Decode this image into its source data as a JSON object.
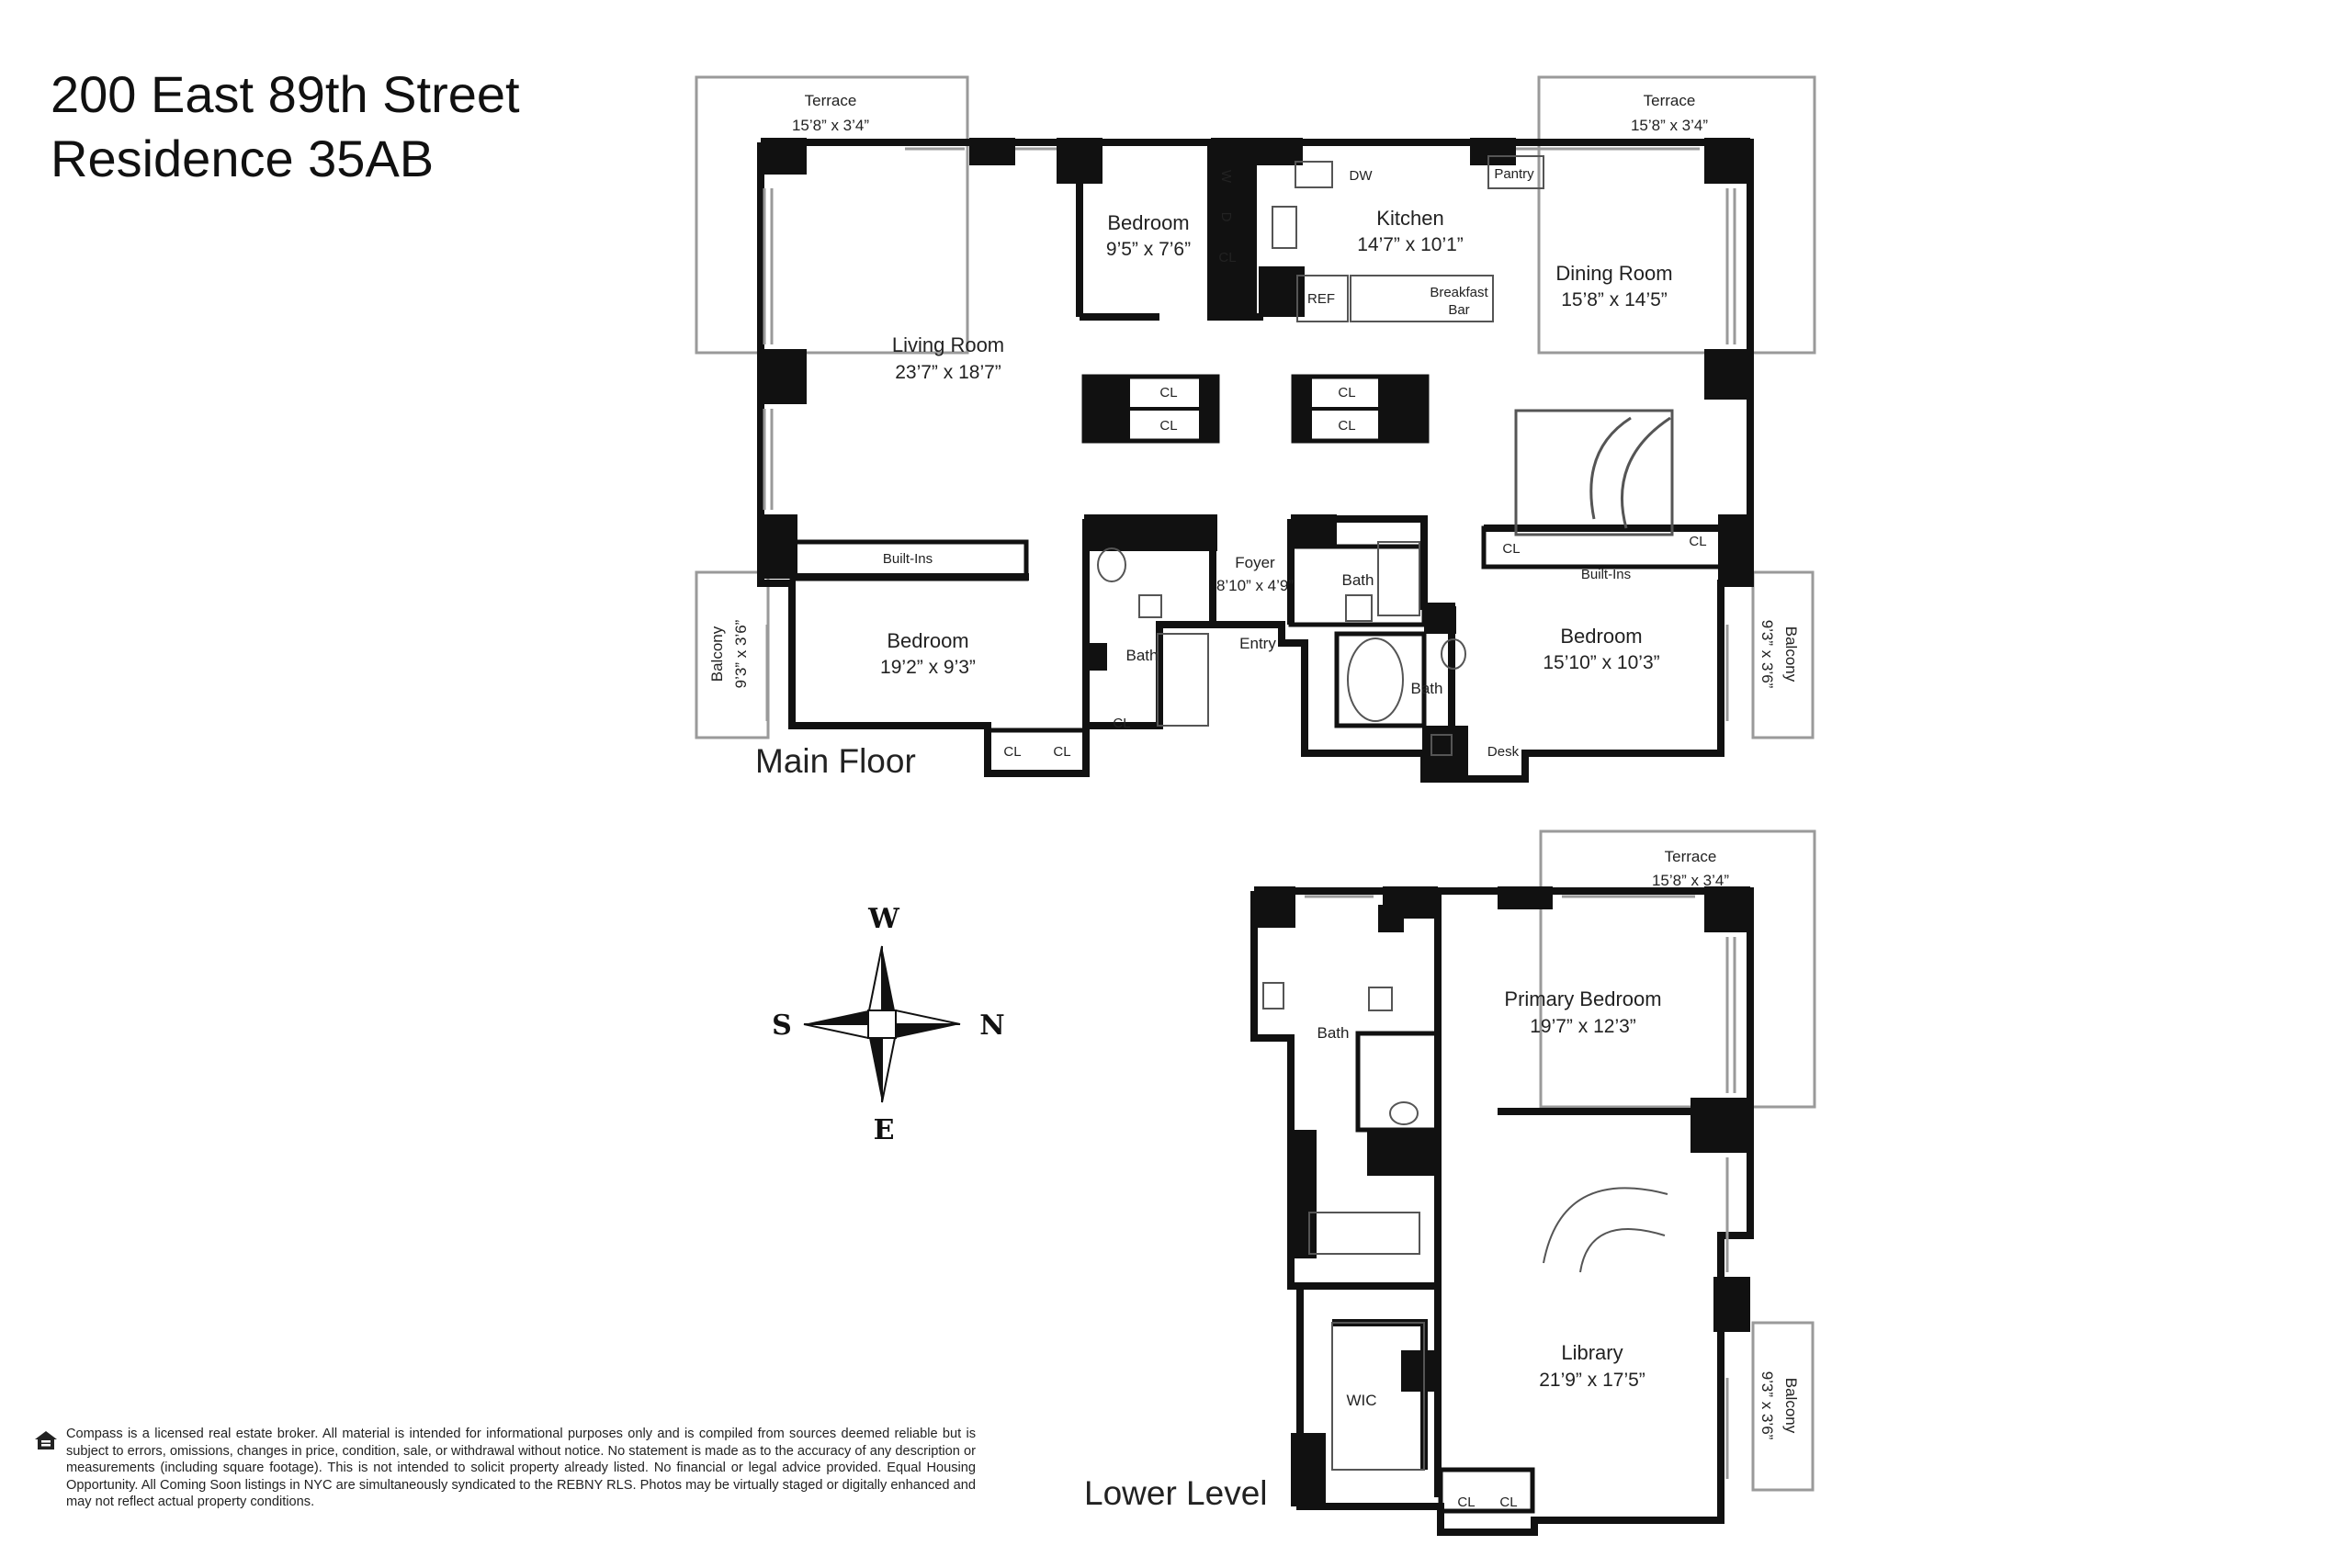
{
  "header": {
    "address": "200 East 89th Street",
    "residence": "Residence 35AB"
  },
  "floors": {
    "main": "Main Floor",
    "lower": "Lower Level"
  },
  "main_floor_rooms": {
    "terrace_left": {
      "name": "Terrace",
      "dim": "15’8” x 3’4”"
    },
    "terrace_right": {
      "name": "Terrace",
      "dim": "15’8” x 3’4”"
    },
    "living_room": {
      "name": "Living Room",
      "dim": "23’7” x 18’7”"
    },
    "bedroom_small": {
      "name": "Bedroom",
      "dim": "9’5” x 7’6”"
    },
    "kitchen": {
      "name": "Kitchen",
      "dim": "14’7” x 10’1”"
    },
    "dining_room": {
      "name": "Dining Room",
      "dim": "15’8” x 14’5”"
    },
    "foyer": {
      "name": "Foyer",
      "dim": "8’10” x 4’9”"
    },
    "bedroom_left": {
      "name": "Bedroom",
      "dim": "19’2” x 9’3”"
    },
    "bedroom_right": {
      "name": "Bedroom",
      "dim": "15’10” x 10’3”"
    },
    "balcony_left": {
      "name": "Balcony",
      "dim": "9’3” x 3’6”"
    },
    "balcony_right": {
      "name": "Balcony",
      "dim": "9’3” x 3’6”"
    }
  },
  "main_floor_fixtures": {
    "dw": "DW",
    "pantry": "Pantry",
    "w": "W",
    "d": "D",
    "cl": "CL",
    "ref": "REF",
    "breakfast_1": "Breakfast",
    "breakfast_2": "Bar",
    "built_ins": "Built-Ins",
    "bath": "Bath",
    "entry": "Entry",
    "desk": "Desk"
  },
  "lower_level_rooms": {
    "terrace": {
      "name": "Terrace",
      "dim": "15’8” x 3’4”"
    },
    "primary_bedroom": {
      "name": "Primary Bedroom",
      "dim": "19’7” x 12’3”"
    },
    "library": {
      "name": "Library",
      "dim": "21’9” x 17’5”"
    },
    "balcony": {
      "name": "Balcony",
      "dim": "9’3” x 3’6”"
    },
    "bath": "Bath",
    "wic": "WIC"
  },
  "compass": {
    "w": "W",
    "s": "S",
    "n": "N",
    "e": "E"
  },
  "disclaimer": "Compass is a licensed real estate broker. All material is intended for informational purposes only and is compiled from sources deemed reliable but is subject to errors, omissions, changes in price, condition, sale, or withdrawal without notice. No statement is made as to the accuracy of any description or measurements (including square footage). This is not intended to solicit property already listed. No financial or legal advice provided. Equal Housing Opportunity. All Coming Soon listings in NYC are simultaneously syndicated to the REBNY RLS. Photos may be virtually staged or digitally enhanced and may not reflect actual property conditions.",
  "colors": {
    "wall": "#111111",
    "line": "#9a9a9a",
    "text": "#222222"
  }
}
